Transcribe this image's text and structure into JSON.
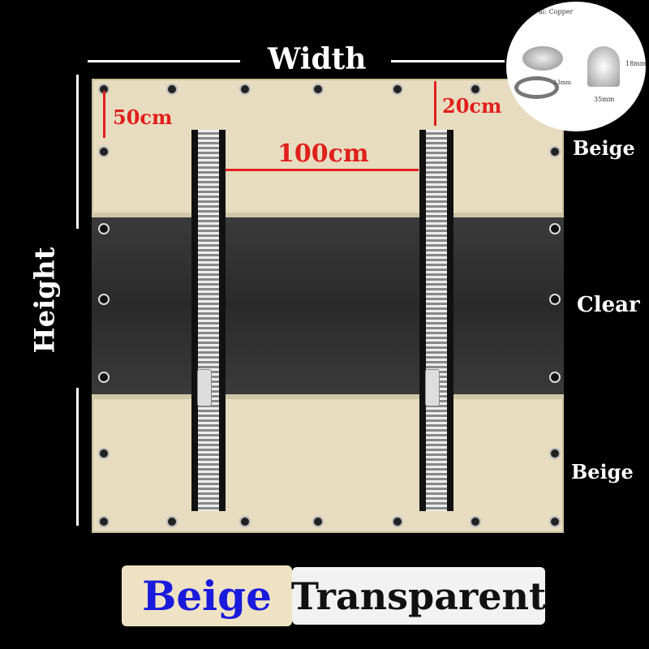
{
  "dimensions": {
    "width": "Width",
    "height": "Height"
  },
  "measurements": {
    "top_margin": "50cm",
    "zipper_top": "20cm",
    "zipper_spacing": "100cm"
  },
  "sections": {
    "top": "Beige",
    "middle": "Clear",
    "bottom": "Beige"
  },
  "inset": {
    "material": "al: Copper",
    "height_dim": "18mm",
    "width_dim": "35mm",
    "base_dim": "13mm",
    "icon": "grommet-hardware"
  },
  "options": [
    {
      "label": "Beige",
      "color": "#1a1adc"
    },
    {
      "label": "Transparent",
      "color": "#111111"
    }
  ],
  "colors": {
    "beige": "#e8dcc0",
    "clear": "#333333",
    "accent": "#e0201c"
  }
}
